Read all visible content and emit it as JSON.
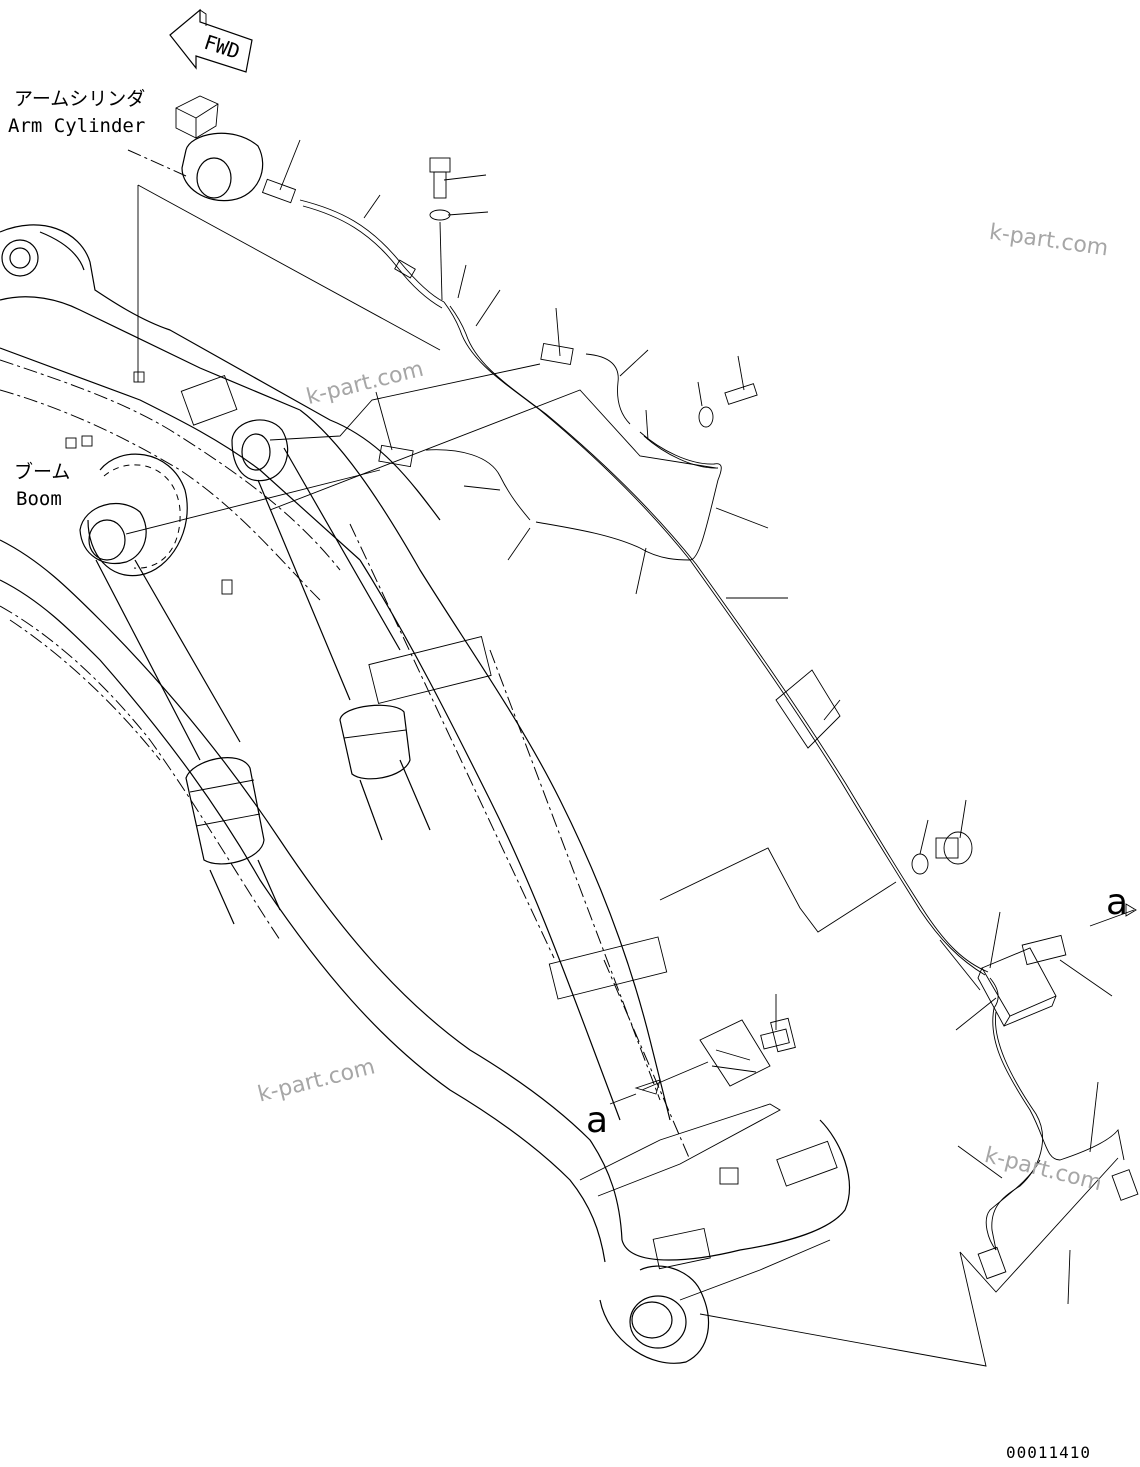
{
  "labels": {
    "fwd": "FWD",
    "arm_cylinder_jp": "アームシリンダ",
    "arm_cylinder_en": "Arm Cylinder",
    "boom_jp": "ブーム",
    "boom_en": "Boom",
    "view_ref_right": "a",
    "view_ref_left": "a",
    "drawing_number": "00011410"
  },
  "watermarks": [
    "k-part.com",
    "k-part.com",
    "k-part.com",
    "k-part.com"
  ]
}
